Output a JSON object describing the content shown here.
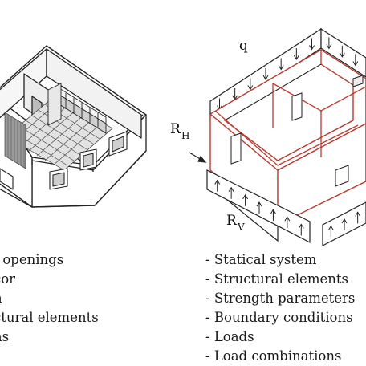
{
  "left_model": {
    "properties": [
      "f openings",
      "cor",
      "n",
      "ctural elements",
      "",
      "ns"
    ]
  },
  "right_model": {
    "load_labels": {
      "distributed_load": "q",
      "horizontal_reaction": "R",
      "horizontal_reaction_sub": "H",
      "vertical_reaction": "R",
      "vertical_reaction_sub": "V"
    },
    "properties": [
      "- Statical system",
      "- Structural elements",
      "- Strength parameters",
      "- Boundary conditions",
      "- Loads",
      "- Load combinations"
    ]
  },
  "colors": {
    "line": "#222222",
    "structural_frame": "#c0392b",
    "background": "#ffffff"
  }
}
